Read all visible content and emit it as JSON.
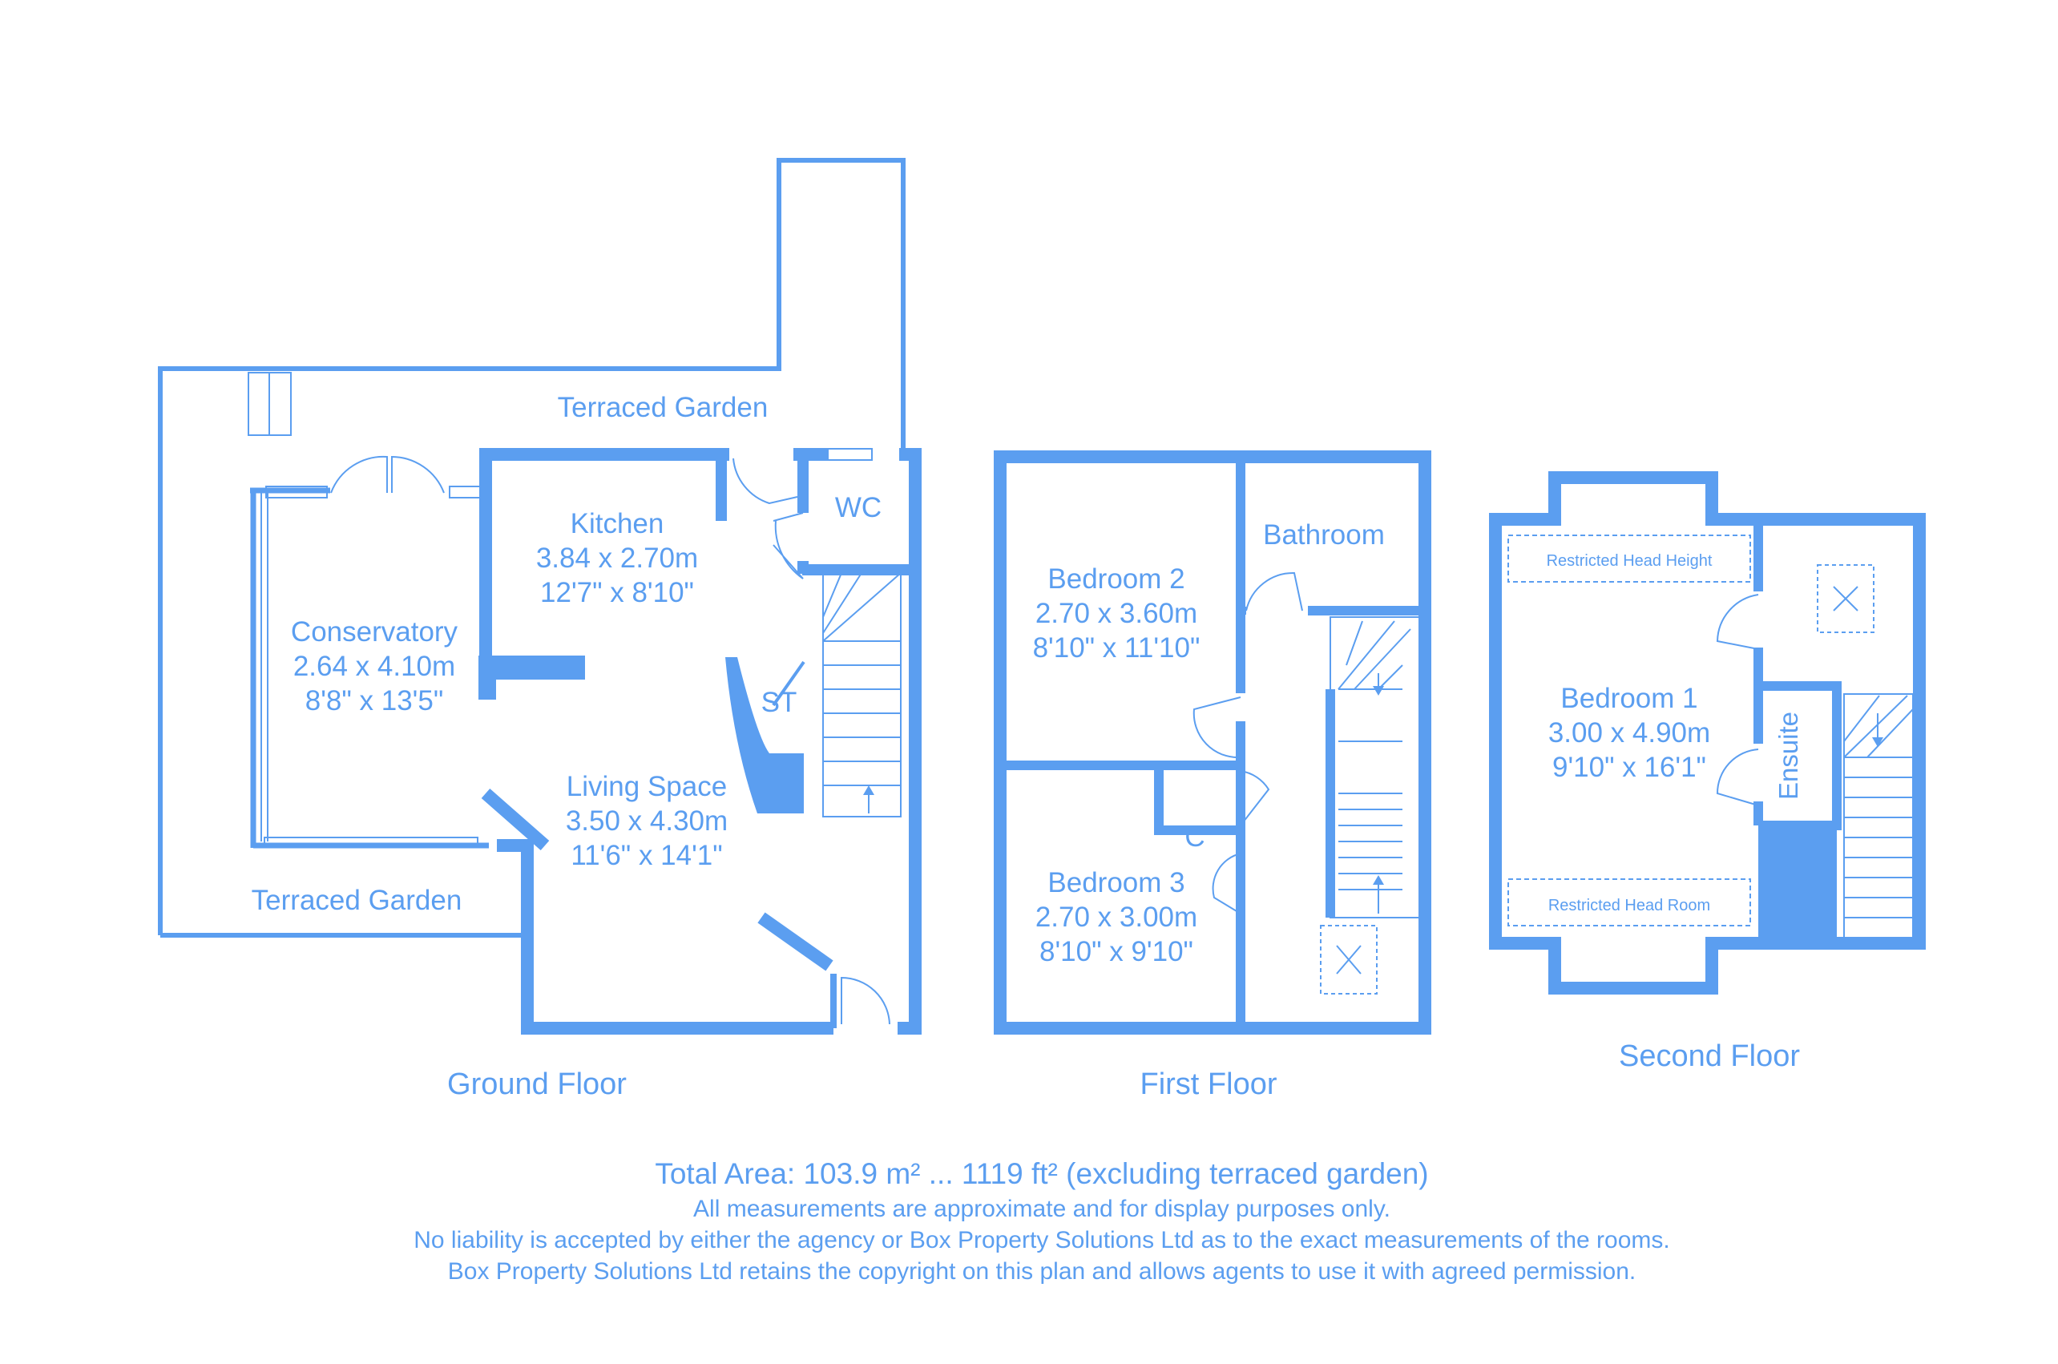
{
  "plan": {
    "accent_color": "#5b9ef0",
    "labels": {
      "terraced_garden_top": "Terraced Garden",
      "terraced_garden_bottom": "Terraced Garden",
      "wc": "WC",
      "st": "ST",
      "cupboard": "C",
      "ensuite": "Ensuite",
      "restricted_height": "Restricted Head Height",
      "restricted_room": "Restricted Head Room"
    },
    "rooms": {
      "kitchen": {
        "name": "Kitchen",
        "metric": "3.84 x 2.70m",
        "imperial": "12'7\" x 8'10\""
      },
      "conservatory": {
        "name": "Conservatory",
        "metric": "2.64 x 4.10m",
        "imperial": "8'8\" x 13'5\""
      },
      "living": {
        "name": "Living Space",
        "metric": "3.50 x 4.30m",
        "imperial": "11'6\" x 14'1\""
      },
      "bedroom2": {
        "name": "Bedroom 2",
        "metric": "2.70 x 3.60m",
        "imperial": "8'10\" x 11'10\""
      },
      "bathroom": {
        "name": "Bathroom"
      },
      "bedroom3": {
        "name": "Bedroom 3",
        "metric": "2.70 x 3.00m",
        "imperial": "8'10\" x 9'10\""
      },
      "bedroom1": {
        "name": "Bedroom 1",
        "metric": "3.00 x 4.90m",
        "imperial": "9'10\" x 16'1\""
      }
    },
    "floors": {
      "ground": "Ground Floor",
      "first": "First Floor",
      "second": "Second Floor"
    },
    "footer": {
      "total": "Total Area: 103.9 m² ... 1119 ft² (excluding terraced garden)",
      "line1": "All measurements are approximate and for display purposes only.",
      "line2": "No liability is accepted by either the agency or Box Property Solutions Ltd as to the exact measurements of the rooms.",
      "line3": "Box Property Solutions Ltd retains the copyright on this plan and allows agents to use it with agreed permission."
    }
  }
}
